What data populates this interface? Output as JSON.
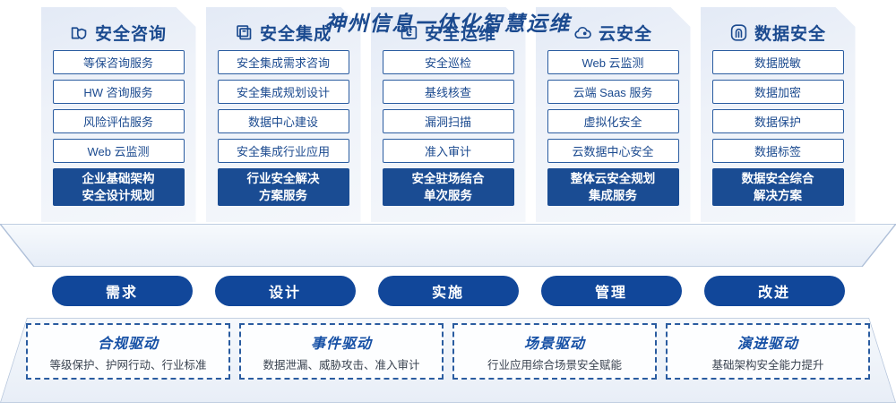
{
  "pillars": [
    {
      "icon": "folder-shield-icon",
      "title": "安全咨询",
      "items": [
        "等保咨询服务",
        "HW 咨询服务",
        "风险评估服务",
        "Web 云监测"
      ],
      "highlight_line1": "企业基础架构",
      "highlight_line2": "安全设计规划"
    },
    {
      "icon": "stacked-documents-icon",
      "title": "安全集成",
      "items": [
        "安全集成需求咨询",
        "安全集成规划设计",
        "数据中心建设",
        "安全集成行业应用"
      ],
      "highlight_line1": "行业安全解决",
      "highlight_line2": "方案服务"
    },
    {
      "icon": "folder-chart-icon",
      "title": "安全运维",
      "items": [
        "安全巡检",
        "基线核查",
        "漏洞扫描",
        "准入审计"
      ],
      "highlight_line1": "安全驻场结合",
      "highlight_line2": "单次服务"
    },
    {
      "icon": "cloud-icon",
      "title": "云安全",
      "items": [
        "Web 云监测",
        "云端 Saas 服务",
        "虚拟化安全",
        "云数据中心安全"
      ],
      "highlight_line1": "整体云安全规划",
      "highlight_line2": "集成服务"
    },
    {
      "icon": "fingerprint-icon",
      "title": "数据安全",
      "items": [
        "数据脱敏",
        "数据加密",
        "数据保护",
        "数据标签"
      ],
      "highlight_line1": "数据安全综合",
      "highlight_line2": "解决方案"
    }
  ],
  "banner": {
    "text": "神州信息一体化智慧运维"
  },
  "stages": [
    {
      "label": "需求"
    },
    {
      "label": "设计"
    },
    {
      "label": "实施"
    },
    {
      "label": "管理"
    },
    {
      "label": "改进"
    }
  ],
  "drivers": [
    {
      "title": "合规驱动",
      "subtitle": "等级保护、护网行动、行业标准"
    },
    {
      "title": "事件驱动",
      "subtitle": "数据泄漏、威胁攻击、准入审计"
    },
    {
      "title": "场景驱动",
      "subtitle": "行业应用综合场景安全赋能"
    },
    {
      "title": "演进驱动",
      "subtitle": "基础架构安全能力提升"
    }
  ],
  "colors": {
    "brand_dark_blue": "#1a4c93",
    "pill_blue": "#11479a",
    "text_blue": "#1b4a8f",
    "border_blue": "#2a5ca0",
    "panel_bg_top": "#e3eaf6",
    "panel_bg_bottom": "#f4f7fb"
  }
}
